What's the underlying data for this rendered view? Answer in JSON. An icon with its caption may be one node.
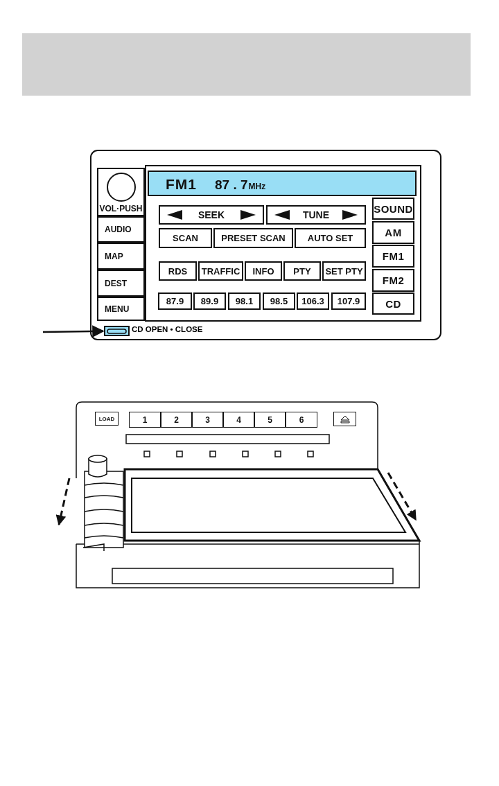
{
  "diagram": {
    "nodes": [
      {
        "text": [
          "FM1",
          "87 . 7",
          "MHz"
        ]
      },
      {
        "text": [
          "VOL·PUSH"
        ]
      },
      {
        "text": [
          "AUDIO"
        ]
      },
      {
        "text": [
          "MAP"
        ]
      },
      {
        "text": [
          "DEST"
        ]
      },
      {
        "text": [
          "MENU"
        ]
      },
      {
        "text": [
          "SEEK"
        ]
      },
      {
        "text": [
          "TUNE"
        ]
      },
      {
        "text": [
          "SCAN"
        ]
      },
      {
        "text": [
          "PRESET SCAN"
        ]
      },
      {
        "text": [
          "AUTO SET"
        ]
      },
      {
        "text": [
          "RDS"
        ]
      },
      {
        "text": [
          "TRAFFIC"
        ]
      },
      {
        "text": [
          "INFO"
        ]
      },
      {
        "text": [
          "PTY"
        ]
      },
      {
        "text": [
          "SET PTY"
        ]
      },
      {
        "text": [
          "87.9"
        ]
      },
      {
        "text": [
          "89.9"
        ]
      },
      {
        "text": [
          "98.1"
        ]
      },
      {
        "text": [
          "98.5"
        ]
      },
      {
        "text": [
          "106.3"
        ]
      },
      {
        "text": [
          "107.9"
        ]
      },
      {
        "text": [
          "SOUND"
        ]
      },
      {
        "text": [
          "AM"
        ]
      },
      {
        "text": [
          "FM1"
        ]
      },
      {
        "text": [
          "FM2"
        ]
      },
      {
        "text": [
          "CD"
        ]
      },
      {
        "text": [],
        "shape": "box",
        "beside": [
          "CD OPEN • CLOSE"
        ]
      },
      {
        "text": [
          "LOAD"
        ]
      },
      {
        "text": [
          "1"
        ]
      },
      {
        "text": [
          "2"
        ]
      },
      {
        "text": [
          "3"
        ]
      },
      {
        "text": [
          "4"
        ]
      },
      {
        "text": [
          "5"
        ]
      },
      {
        "text": [
          "6"
        ]
      },
      {
        "text": [],
        "shape": "box"
      }
    ],
    "edges": [
      {
        "from": null,
        "to": 27,
        "arrow": "to"
      }
    ]
  }
}
